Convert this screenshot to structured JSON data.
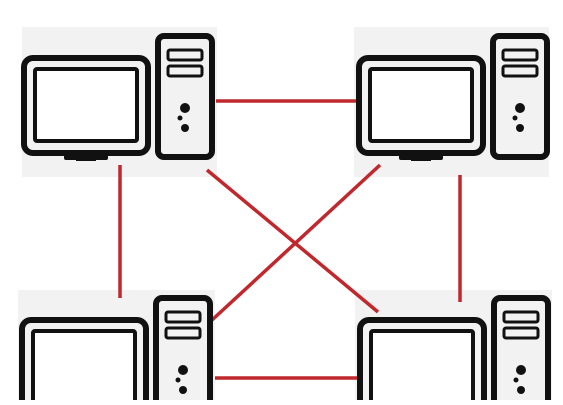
{
  "diagram": {
    "type": "mesh-network",
    "nodes": [
      {
        "id": "computer-top-left",
        "icon": "desktop-computer-icon"
      },
      {
        "id": "computer-top-right",
        "icon": "desktop-computer-icon"
      },
      {
        "id": "computer-bottom-left",
        "icon": "desktop-computer-icon"
      },
      {
        "id": "computer-bottom-right",
        "icon": "desktop-computer-icon"
      }
    ],
    "links": [
      {
        "from": "computer-top-left",
        "to": "computer-top-right"
      },
      {
        "from": "computer-top-left",
        "to": "computer-bottom-left"
      },
      {
        "from": "computer-top-right",
        "to": "computer-bottom-right"
      },
      {
        "from": "computer-bottom-left",
        "to": "computer-bottom-right"
      },
      {
        "from": "computer-top-left",
        "to": "computer-bottom-right"
      },
      {
        "from": "computer-top-right",
        "to": "computer-bottom-left"
      }
    ],
    "colors": {
      "link": "#c0282d",
      "icon": "#111111",
      "tile": "#f2f2f2",
      "background": "#ffffff"
    }
  }
}
